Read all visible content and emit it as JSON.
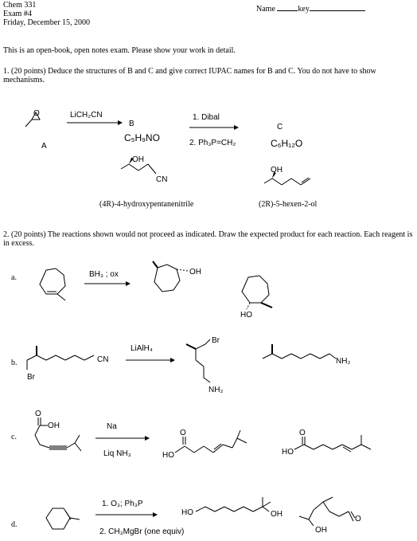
{
  "header": {
    "course": "Chem 331",
    "exam": "Exam #4",
    "date": "Friday, December 15, 2000",
    "name_label": "Name",
    "name_value": "key"
  },
  "intro": "This is an open-book, open notes exam.  Please show your work in detail.",
  "q1": {
    "prompt": "1.  (20 points) Deduce the structures of B and C and give correct IUPAC names for B and C.  You do not have to show mechanisms.",
    "label_A": "A",
    "reagent1": "LiCH₂CN",
    "label_B": "B",
    "formula_B": "C₅H₉NO",
    "reagent2a": "1. Dibal",
    "reagent2b": "2. Ph₃P=CH₂",
    "label_C": "C",
    "formula_C": "C₆H₁₂O",
    "name_B": "(4R)-4-hydroxypentanenitrile",
    "name_C": "(2R)-5-hexen-2-ol",
    "atom_OH": "OH",
    "atom_CN": "CN"
  },
  "q2": {
    "prompt": "2.  (20 points)  The reactions shown would not proceed as indicated.  Draw the expected product for each reaction.  Each reagent is in excess.",
    "a": {
      "label": "a.",
      "reagent": "BH₃ ; ox",
      "atom_OH_wrong": "OH",
      "atom_HO": "HO"
    },
    "b": {
      "label": "b.",
      "reagent": "LiAlH₄",
      "atom_Br": "Br",
      "atom_CN": "CN",
      "atom_Br2": "Br",
      "atom_NH2": "NH₂",
      "atom_NH2b": "NH₂"
    },
    "c": {
      "label": "c.",
      "reagent1": "Na",
      "reagent2": "Liq NH₃",
      "atom_O": "O",
      "atom_OH": "OH",
      "atom_O2": "O",
      "atom_HO": "HO",
      "atom_O3": "O",
      "atom_HO2": "HO"
    },
    "d": {
      "label": "d.",
      "reagent1": "1. O₃; Ph₃P",
      "reagent2": "2. CH₃MgBr (one equiv)",
      "atom_HO": "HO",
      "atom_OH": "OH",
      "atom_O": "O",
      "atom_OH2": "OH"
    }
  }
}
